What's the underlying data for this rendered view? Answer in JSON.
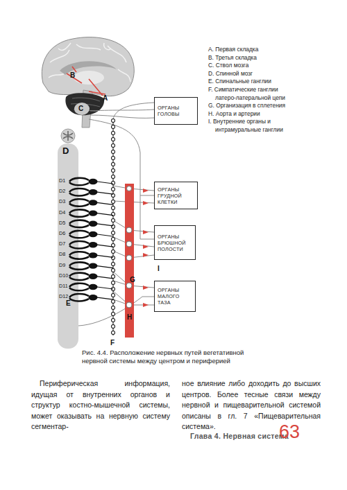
{
  "diagram": {
    "caption": "Рис. 4.4. Расположение нервных путей вегетативной нервной системы между центром и периферией",
    "nodes": [
      {
        "text": [
          "ОРГАНЫ ГОЛОВЫ"
        ]
      },
      {
        "text": [
          "ОРГАНЫ ГРУДНОЙ КЛЕТКИ"
        ]
      },
      {
        "text": [
          "ОРГАНЫ БРЮШНОЙ ПОЛОСТИ"
        ]
      },
      {
        "text": [
          "ОРГАНЫ МАЛОГО ТАЗА"
        ]
      }
    ],
    "labels": [
      "B",
      "A",
      "C",
      "A. Первая складка",
      "B. Третья складка",
      "C. Ствол мозга",
      "D. Спинной мозг",
      "E. Спинальные ганглии",
      "F. Симпатические ганглии латеро-латеральной цепи",
      "G. Организация в сплетения",
      "H. Аорта и артерии",
      "I. Внутренние органы и интрамуральные ганглии",
      "D",
      "D1",
      "D2",
      "D3",
      "D4",
      "D5",
      "D6",
      "D7",
      "D8",
      "D9",
      "D10",
      "D11",
      "D12",
      "E",
      "G",
      "H",
      "I",
      "F",
      "Периферическая информация, идущая от внутренних органов и структур костно-мышечной системы, может оказывать на нервную систему сегментар-",
      "ное влияние либо доходить до высших центров. Более тесные связи между нервной и пищеварительной системой описаны в гл. 7 «Пищеварительная система».",
      "Глава 4. Нервная система",
      "63"
    ]
  }
}
